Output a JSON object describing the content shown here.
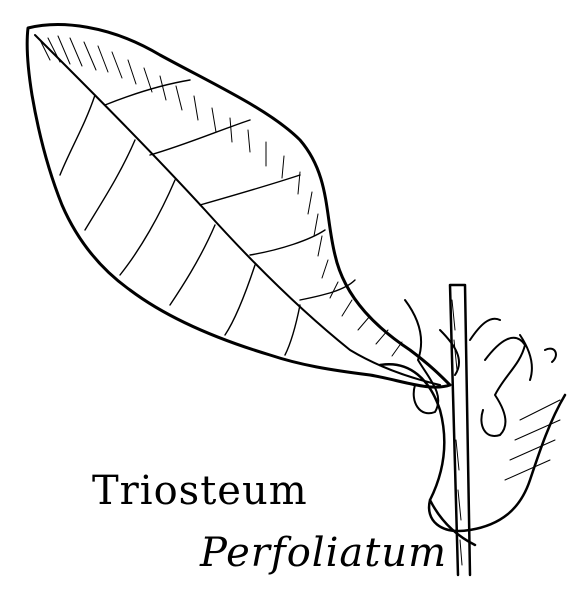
{
  "illustration": {
    "subject": "botanical pen-and-ink drawing of a leaf with stem and flower buds",
    "ink_color": "#000000",
    "paper_color": "#ffffff"
  },
  "caption": {
    "line1": "Triosteum",
    "line2": "Perfoliatum"
  }
}
